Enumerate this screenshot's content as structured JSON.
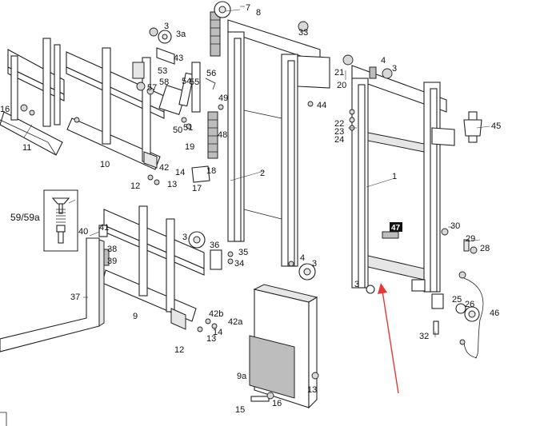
{
  "diagram": {
    "callouts": {
      "c1": "1",
      "c2": "2",
      "c3a": "3",
      "c3b": "3",
      "c3c": "3",
      "c3d": "3",
      "c3e": "3",
      "c3a_lbl": "3a",
      "c4a": "4",
      "c4b": "4",
      "c7": "7",
      "c8": "8",
      "c9": "9",
      "c9a": "9a",
      "c10": "10",
      "c11": "11",
      "c12a": "12",
      "c12b": "12",
      "c13a": "13",
      "c13b": "13",
      "c13c": "13",
      "c14a": "14",
      "c14b": "14",
      "c15": "15",
      "c16a": "16",
      "c16b": "16",
      "c17": "17",
      "c18": "18",
      "c19": "19",
      "c20": "20",
      "c21": "21",
      "c22": "22",
      "c23": "23",
      "c24": "24",
      "c25": "25",
      "c26": "26",
      "c28": "28",
      "c29": "29",
      "c30": "30",
      "c32": "32",
      "c33": "33",
      "c34": "34",
      "c35": "35",
      "c36": "36",
      "c37": "37",
      "c38": "38",
      "c39": "39",
      "c40": "40",
      "c41": "41",
      "c42a": "42",
      "c42b": "42b",
      "c42c": "42a",
      "c43": "43",
      "c44": "44",
      "c45": "45",
      "c46": "46",
      "c47": "47",
      "c48": "48",
      "c49": "49",
      "c50": "50",
      "c51": "51",
      "c53": "53",
      "c54": "54",
      "c55": "55",
      "c56": "56",
      "c57": "57",
      "c58": "58",
      "c5959a": "59/59a"
    },
    "highlight_color": "#e53935",
    "badge_color": "#111111"
  }
}
